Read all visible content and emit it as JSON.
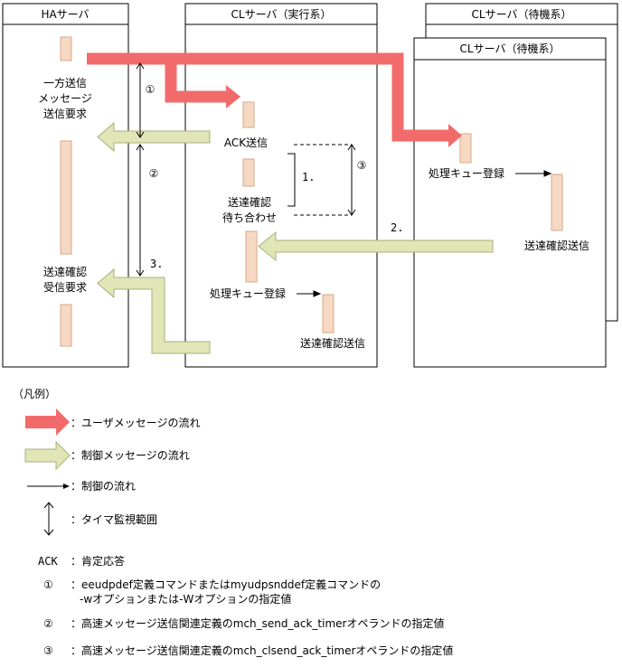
{
  "servers": {
    "ha": "HAサーバ",
    "cl_active": "CLサーバ（実行系）",
    "cl_standby_back": "CLサーバ（待機系）",
    "cl_standby_front": "CLサーバ（待機系）"
  },
  "labels": {
    "oneway_line1": "一方送信",
    "oneway_line2": "メッセージ",
    "oneway_line3": "送信要求",
    "ack_send": "ACK送信",
    "confirm_wait_line1": "送達確認",
    "confirm_wait_line2": "待ち合わせ",
    "receive_req_line1": "送達確認",
    "receive_req_line2": "受信要求",
    "queue_reg_active": "処理キュー登録",
    "confirm_send_active": "送達確認送信",
    "queue_reg_standby": "処理キュー登録",
    "confirm_send_standby": "送達確認送信",
    "step1": "1.",
    "step2": "2.",
    "step3": "3.",
    "circ1": "①",
    "circ2": "②",
    "circ3": "③"
  },
  "legend": {
    "title": "（凡例）",
    "user_flow": "：ユーザメッセージの流れ",
    "control_msg_flow": "：制御メッセージの流れ",
    "control_flow": "：制御の流れ",
    "timer_range": "：タイマ監視範囲",
    "ack_term": "ACK",
    "ack_desc": "：肯定応答",
    "n1_symbol": "①",
    "n1_line1": "：eeudpdef定義コマンドまたはmyudpsnddef定義コマンドの",
    "n1_line2": "-wオプションまたは-Wオプションの指定値",
    "n2_symbol": "②",
    "n2_desc": "：高速メッセージ送信関連定義のmch_send_ack_timerオペランドの指定値",
    "n3_symbol": "③",
    "n3_desc": "：高速メッセージ送信関連定義のmch_clsend_ack_timerオペランドの指定値"
  },
  "colors": {
    "user_arrow": "#f26b6b",
    "control_arrow": "#e0e6b6",
    "control_arrow_edge": "#a9b07a",
    "activity_bar": "#f7d8c3",
    "activity_edge": "#d6a888"
  }
}
